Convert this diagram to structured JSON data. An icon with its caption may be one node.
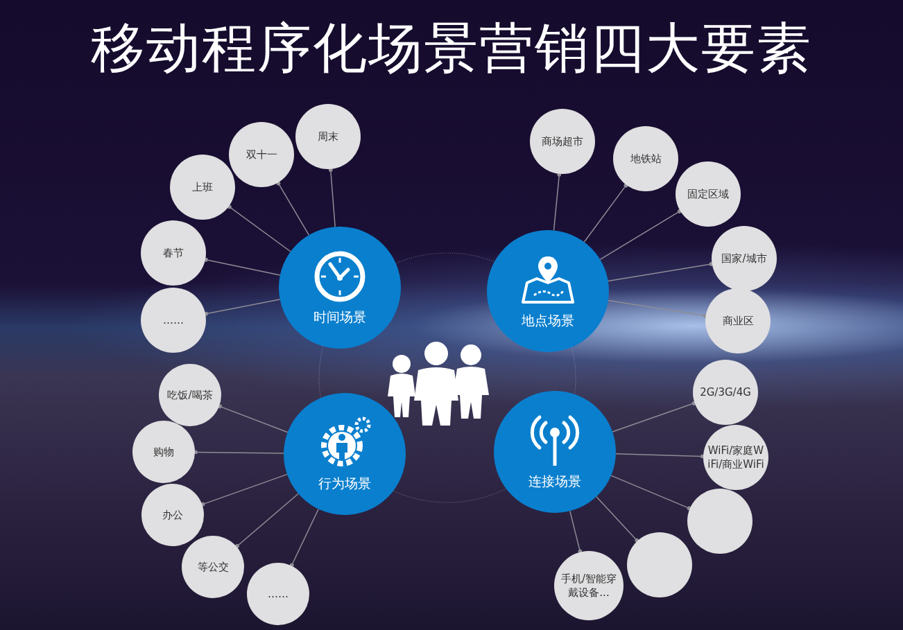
{
  "diagram": {
    "title": "移动程序化场景营销四大要素",
    "nodes": [
      {
        "text": [
          "时间场景"
        ]
      },
      {
        "text": [
          "周末"
        ]
      },
      {
        "text": [
          "双十一"
        ]
      },
      {
        "text": [
          "上班"
        ]
      },
      {
        "text": [
          "春节"
        ]
      },
      {
        "text": [
          "……"
        ]
      },
      {
        "text": [
          "地点场景"
        ]
      },
      {
        "text": [
          "商场超市"
        ]
      },
      {
        "text": [
          "地铁站"
        ]
      },
      {
        "text": [
          "固定区域"
        ]
      },
      {
        "text": [
          "国家/城市"
        ]
      },
      {
        "text": [
          "商业区"
        ]
      },
      {
        "text": [
          "行为场景"
        ]
      },
      {
        "text": [
          "吃饭/喝茶"
        ]
      },
      {
        "text": [
          "购物"
        ]
      },
      {
        "text": [
          "办公"
        ]
      },
      {
        "text": [
          "等公交"
        ]
      },
      {
        "text": [
          "……"
        ]
      },
      {
        "text": [
          "连接场景"
        ]
      },
      {
        "text": [
          "2G/3G/4G"
        ]
      },
      {
        "text": [
          "WiFi/家庭WiFi/商业WiFi"
        ]
      },
      {
        "text": [],
        "shape": "circle"
      },
      {
        "text": [],
        "shape": "circle"
      },
      {
        "text": [
          "手机/智能穿戴设备..."
        ]
      }
    ],
    "edges": [
      {
        "from": 0,
        "to": 1,
        "arrow": "other"
      },
      {
        "from": 0,
        "to": 2,
        "arrow": "other"
      },
      {
        "from": 0,
        "to": 3,
        "arrow": "other"
      },
      {
        "from": 0,
        "to": 4,
        "arrow": "other"
      },
      {
        "from": 0,
        "to": 5,
        "arrow": "other"
      },
      {
        "from": 6,
        "to": 7,
        "arrow": "other"
      },
      {
        "from": 6,
        "to": 8,
        "arrow": "other"
      },
      {
        "from": 6,
        "to": 9,
        "arrow": "other"
      },
      {
        "from": 6,
        "to": 10,
        "arrow": "other"
      },
      {
        "from": 6,
        "to": 11,
        "arrow": "other"
      },
      {
        "from": 12,
        "to": 13,
        "arrow": "other"
      },
      {
        "from": 12,
        "to": 14,
        "arrow": "other"
      },
      {
        "from": 12,
        "to": 15,
        "arrow": "other"
      },
      {
        "from": 12,
        "to": 16,
        "arrow": "other"
      },
      {
        "from": 12,
        "to": 17,
        "arrow": "other"
      },
      {
        "from": 18,
        "to": 19,
        "arrow": "other"
      },
      {
        "from": 18,
        "to": 20,
        "arrow": "other"
      },
      {
        "from": 18,
        "to": 21,
        "arrow": "other"
      },
      {
        "from": 18,
        "to": 22,
        "arrow": "other"
      },
      {
        "from": 18,
        "to": 23,
        "arrow": "other"
      }
    ]
  }
}
